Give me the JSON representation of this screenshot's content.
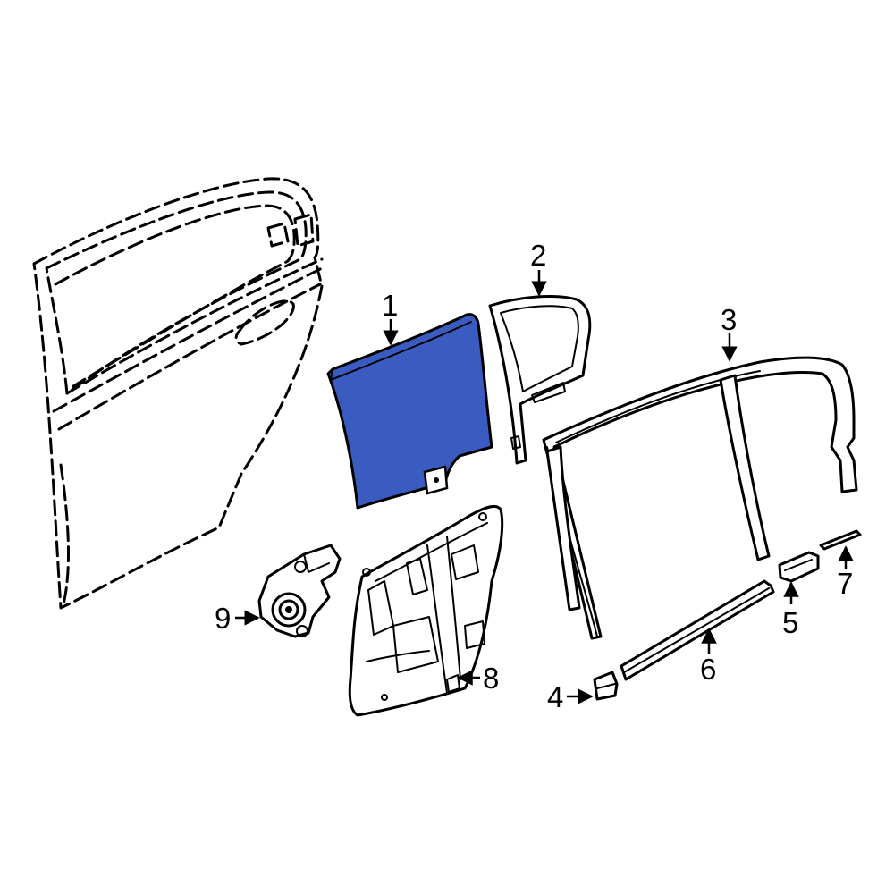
{
  "callouts": {
    "c1": "1",
    "c2": "2",
    "c3": "3",
    "c4": "4",
    "c5": "5",
    "c6": "6",
    "c7": "7",
    "c8": "8",
    "c9": "9"
  },
  "colors": {
    "highlight": "#3a5bbf",
    "line": "#000000",
    "background": "#ffffff"
  }
}
